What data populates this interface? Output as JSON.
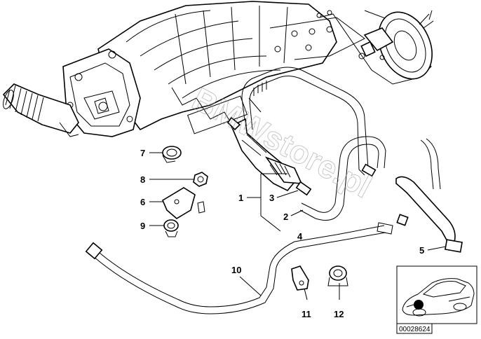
{
  "callouts": {
    "c1": "1",
    "c2": "2",
    "c3": "3",
    "c4": "4",
    "c5": "5",
    "c6": "6",
    "c7": "7",
    "c8": "8",
    "c9": "9",
    "c10": "10",
    "c11": "11",
    "c12": "12"
  },
  "watermark": "BMWstore.pl",
  "image_code": "00028624"
}
